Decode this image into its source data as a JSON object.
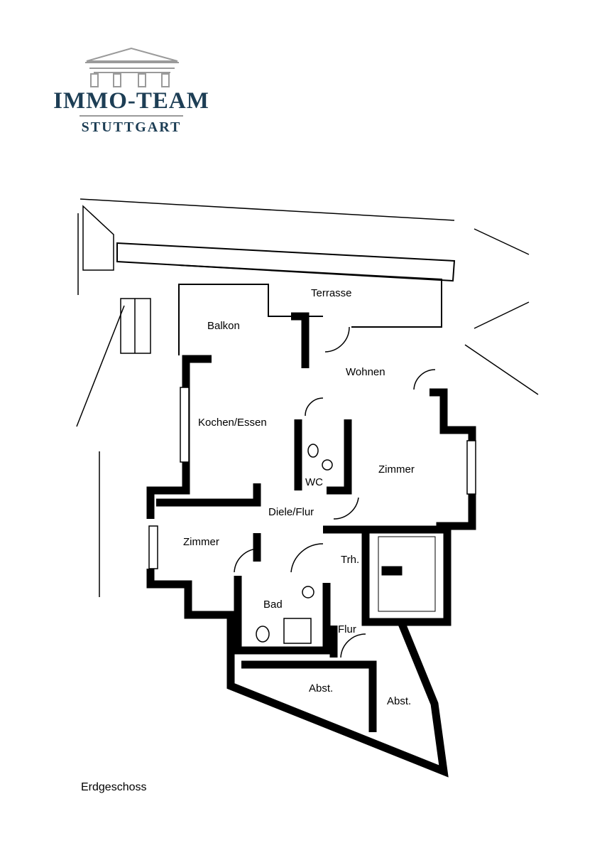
{
  "logo": {
    "title": "IMMO-TEAM",
    "subtitle": "STUTTGART"
  },
  "rooms": {
    "terrasse": "Terrasse",
    "balkon": "Balkon",
    "wohnen": "Wohnen",
    "kochen_essen": "Kochen/Essen",
    "zimmer_right": "Zimmer",
    "wc": "WC",
    "diele_flur": "Diele/Flur",
    "zimmer_left": "Zimmer",
    "trh": "Trh.",
    "bad": "Bad",
    "flur": "Flur",
    "abst_left": "Abst.",
    "abst_right": "Abst."
  },
  "floor_label": "Erdgeschoss"
}
